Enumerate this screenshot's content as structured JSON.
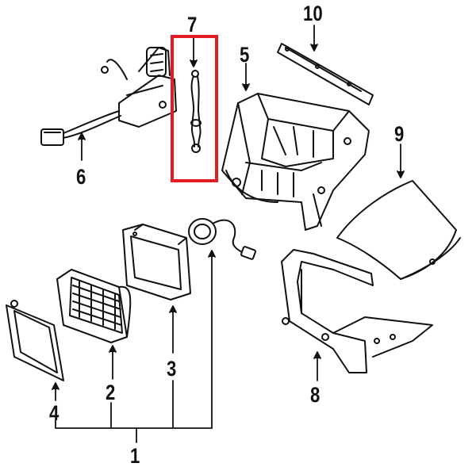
{
  "diagram": {
    "callouts": {
      "c1": "1",
      "c2": "2",
      "c3": "3",
      "c4": "4",
      "c5": "5",
      "c6": "6",
      "c7": "7",
      "c8": "8",
      "c9": "9",
      "c10": "10"
    },
    "highlight_color": "#e31b23",
    "highlighted_part": "7"
  }
}
